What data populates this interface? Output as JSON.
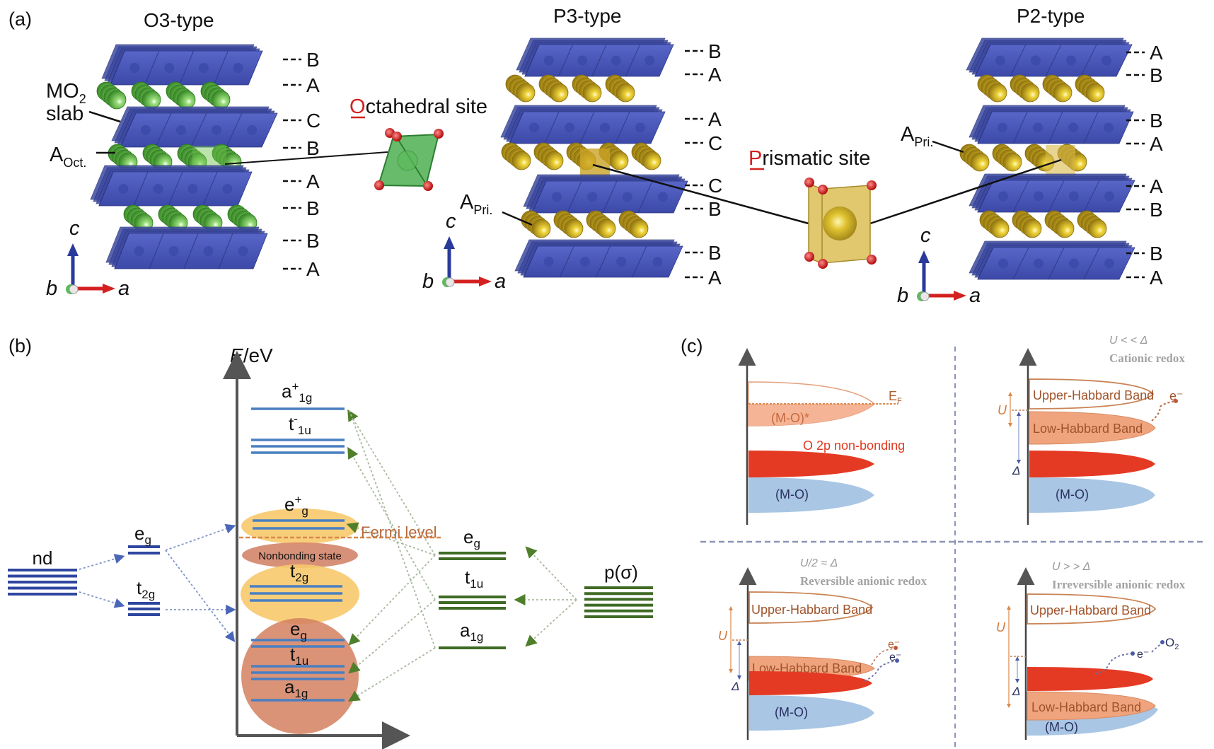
{
  "figure": {
    "panel_a": {
      "label": "(a)",
      "structures": [
        {
          "title": "O3-type",
          "stacking": [
            "B",
            "A",
            "C",
            "B",
            "A",
            "B",
            "B",
            "A"
          ],
          "alkali_color": "#6cc24a"
        },
        {
          "title": "P3-type",
          "stacking": [
            "B",
            "A",
            "A",
            "C",
            "C",
            "B",
            "B",
            "A"
          ],
          "alkali_color": "#e6c229"
        },
        {
          "title": "P2-type",
          "stacking": [
            "A",
            "B",
            "B",
            "A",
            "A",
            "B",
            "B",
            "A"
          ],
          "alkali_color": "#e6c229"
        }
      ],
      "slab_label_main": "MO",
      "slab_label_sub": "2",
      "slab_label_line2": "slab",
      "a_oct_main": "A",
      "a_oct_sub": "Oct.",
      "a_pri_main": "A",
      "a_pri_sub": "Pri.",
      "octahedral_initial": "O",
      "octahedral_rest": "ctahedral site",
      "prismatic_initial": "P",
      "prismatic_rest": "rismatic site",
      "axes": {
        "c": "c",
        "b": "b",
        "a": "a"
      },
      "colors": {
        "slab": "#4a5bbf",
        "oxygen": "#d42020",
        "octahedron": "#4caf50",
        "prism": "#d9b94a",
        "highlight": "#d42020"
      }
    },
    "panel_b": {
      "label": "(b)",
      "axis_label_italic": "E",
      "axis_label_rest": "/eV",
      "left_levels": [
        {
          "name": "nd",
          "degeneracy": 5
        },
        {
          "main": "e",
          "sub": "g",
          "degeneracy": 2
        },
        {
          "main": "t",
          "sub": "2g",
          "degeneracy": 3
        }
      ],
      "center_levels": [
        {
          "main": "a",
          "sup": "+",
          "sub": "1g",
          "degeneracy": 1
        },
        {
          "main": "t",
          "sup": "-",
          "sub": "1u",
          "degeneracy": 3
        },
        {
          "main": "e",
          "sup": "+",
          "sub": "g",
          "degeneracy": 2
        },
        {
          "main": "t",
          "sub": "2g",
          "degeneracy": 3
        },
        {
          "main": "e",
          "sub": "g",
          "degeneracy": 2
        },
        {
          "main": "t",
          "sub": "1u",
          "degeneracy": 3
        },
        {
          "main": "a",
          "sub": "1g",
          "degeneracy": 1
        }
      ],
      "nonbonding_label": "Nonbonding state",
      "fermi_label": "Fermi level",
      "right_levels": [
        {
          "main": "e",
          "sub": "g",
          "degeneracy": 2
        },
        {
          "main": "t",
          "sub": "1u",
          "degeneracy": 3
        },
        {
          "main": "a",
          "sub": "1g",
          "degeneracy": 1
        }
      ],
      "ligand_label": "p(σ)",
      "ligand_degeneracy": 6,
      "colors": {
        "metal_level": "#2f46a0",
        "mo_level": "#4a7fc1",
        "ligand_level": "#3f6b25",
        "fermi": "#d9884a",
        "yellow_blob": "#f7c96b",
        "orange_blob": "#dc9677"
      }
    },
    "panel_c": {
      "label": "(c)",
      "quadrants": [
        {
          "condition": null,
          "title": null,
          "bands": [
            "(M-O)*",
            "O 2p non-bonding",
            "(M-O)"
          ],
          "fermi_label_main": "E",
          "fermi_label_sub": "F"
        },
        {
          "condition": "U < < Δ",
          "title": "Cationic redox",
          "bands": [
            "Upper-Habbard Band",
            "Low-Habbard Band",
            "(M-O)"
          ],
          "u_label": "U",
          "delta_label": "Δ",
          "electron": "e⁻"
        },
        {
          "condition": "U/2 ≈ Δ",
          "title": "Reversible anionic redox",
          "bands": [
            "Upper-Habbard Band",
            "Low-Habbard Band",
            "(M-O)"
          ],
          "u_label": "U",
          "delta_label": "Δ",
          "electron": "e⁻",
          "electron2": "e⁻"
        },
        {
          "condition": "U > > Δ",
          "title": "Irreversible anionic redox",
          "bands": [
            "Upper-Habbard Band",
            "Low-Habbard Band",
            "(M-O)"
          ],
          "u_label": "U",
          "delta_label": "Δ",
          "electron": "e⁻",
          "product_main": "O",
          "product_sub": "2"
        }
      ],
      "colors": {
        "upper_band_edge": "#c98456",
        "low_band": "#f0a47e",
        "o2p_band": "#e43a24",
        "mo_band": "#a9c6e4",
        "axis": "#333333",
        "divider": "#8a94b8"
      }
    }
  }
}
